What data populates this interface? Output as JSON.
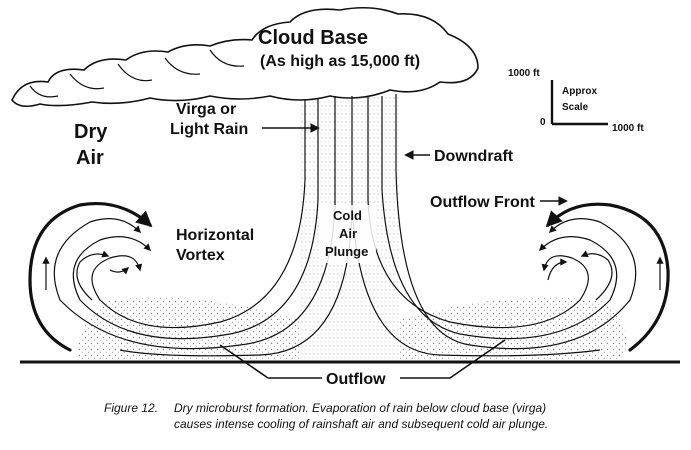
{
  "labels": {
    "cloud_base": "Cloud Base",
    "cloud_base_note": "(As high as 15,000 ft)",
    "virga_line1": "Virga or",
    "virga_line2": "Light Rain",
    "dry_line1": "Dry",
    "dry_line2": "Air",
    "downdraft": "Downdraft",
    "outflow_front": "Outflow Front",
    "horizontal_vortex_line1": "Horizontal",
    "horizontal_vortex_line2": "Vortex",
    "cold_air_plunge_line1": "Cold",
    "cold_air_plunge_line2": "Air",
    "cold_air_plunge_line3": "Plunge",
    "outflow": "Outflow"
  },
  "scale": {
    "vertical": "1000 ft",
    "horizontal": "1000 ft",
    "origin": "0",
    "label_line1": "Approx",
    "label_line2": "Scale"
  },
  "caption": {
    "figure": "Figure 12.",
    "line1": "Dry microburst formation. Evaporation of rain below cloud base (virga)",
    "line2": "causes intense cooling of rainshaft air and subsequent cold air plunge."
  }
}
